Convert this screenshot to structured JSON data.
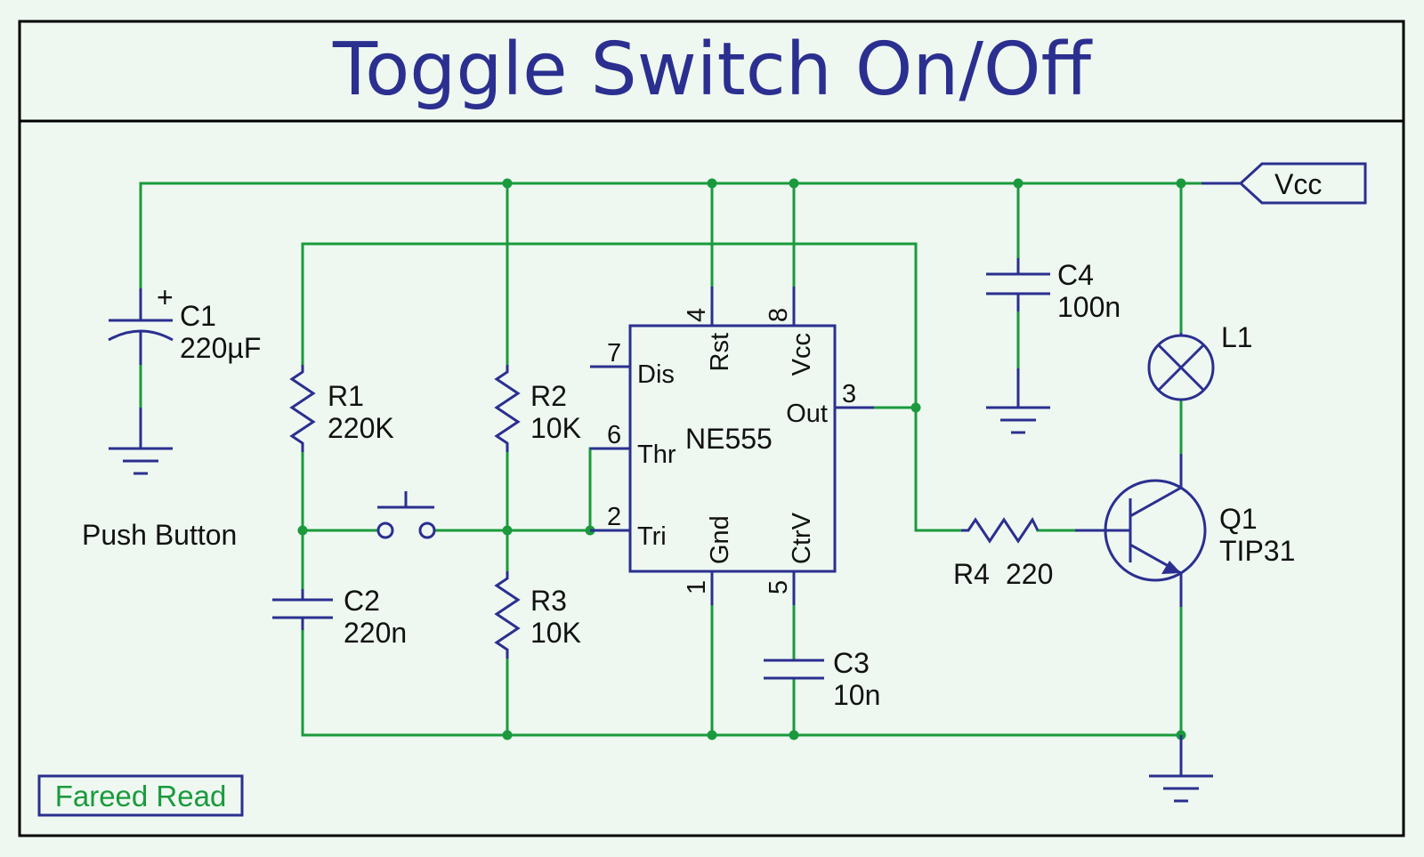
{
  "title": "Toggle Switch On/Off",
  "credit": "Fareed Read",
  "power_label": "Vcc",
  "push_button_label": "Push Button",
  "components": {
    "c1": {
      "name": "C1",
      "value": "220µF",
      "polarity": "+"
    },
    "c2": {
      "name": "C2",
      "value": "220n"
    },
    "c3": {
      "name": "C3",
      "value": "10n"
    },
    "c4": {
      "name": "C4",
      "value": "100n"
    },
    "r1": {
      "name": "R1",
      "value": "220K"
    },
    "r2": {
      "name": "R2",
      "value": "10K"
    },
    "r3": {
      "name": "R3",
      "value": "10K"
    },
    "r4": {
      "name": "R4",
      "value": "220"
    },
    "l1": {
      "name": "L1"
    },
    "q1": {
      "name": "Q1",
      "value": "TIP31"
    }
  },
  "ic": {
    "name": "NE555",
    "pins": {
      "dis": {
        "label": "Dis",
        "number": "7"
      },
      "rst": {
        "label": "Rst",
        "number": "4"
      },
      "vcc": {
        "label": "Vcc",
        "number": "8"
      },
      "out": {
        "label": "Out",
        "number": "3"
      },
      "thr": {
        "label": "Thr",
        "number": "6"
      },
      "tri": {
        "label": "Tri",
        "number": "2"
      },
      "gnd": {
        "label": "Gnd",
        "number": "1"
      },
      "ctrv": {
        "label": "CtrV",
        "number": "5"
      }
    }
  },
  "colors": {
    "background": "#eef8f1",
    "wire": "#1a9a3c",
    "component": "#2b2f8f",
    "title": "#2b2f8f",
    "text": "#111111"
  }
}
